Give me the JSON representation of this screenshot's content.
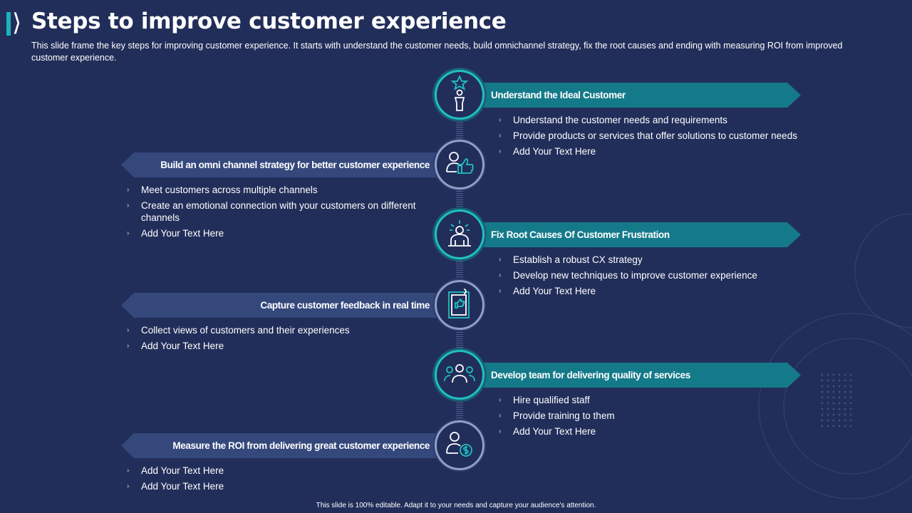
{
  "header": {
    "title": "Steps to improve customer experience",
    "subtitle": "This slide frame the key steps for improving customer experience. It starts with understand the customer needs, build omnichannel strategy, fix the root causes and ending with measuring ROI from improved customer experience."
  },
  "colors": {
    "background": "#222e5a",
    "teal": "#147a8a",
    "slate": "#34487c",
    "accent": "#1bb3b8"
  },
  "steps": [
    {
      "side": "right",
      "icon": "person-star-icon",
      "title": "Understand the Ideal Customer",
      "bullets": [
        "Understand the customer needs and requirements",
        "Provide products or services that offer solutions to customer needs",
        "Add Your Text Here"
      ]
    },
    {
      "side": "left",
      "icon": "user-thumbs-up-icon",
      "title": "Build an omni channel strategy for better customer experience",
      "bullets": [
        "Meet customers across multiple channels",
        "Create an emotional connection with your customers on different channels",
        "Add Your Text Here"
      ]
    },
    {
      "side": "right",
      "icon": "frustrated-person-icon",
      "title": "Fix Root Causes Of Customer Frustration",
      "bullets": [
        "Establish a robust CX strategy",
        "Develop new techniques to improve customer experience",
        "Add Your Text Here"
      ]
    },
    {
      "side": "left",
      "icon": "feedback-clipboard-icon",
      "title": "Capture customer feedback in real time",
      "bullets": [
        "Collect views of customers and their experiences",
        "Add Your Text Here"
      ]
    },
    {
      "side": "right",
      "icon": "team-icon",
      "title": "Develop team for delivering quality of services",
      "bullets": [
        "Hire qualified staff",
        "Provide training to them",
        "Add Your Text Here"
      ]
    },
    {
      "side": "left",
      "icon": "user-dollar-icon",
      "title": "Measure the ROI from delivering great customer experience",
      "bullets": [
        "Add Your Text Here",
        "Add Your Text Here"
      ]
    }
  ],
  "footer": "This slide is 100% editable. Adapt it to your needs and capture your audience's attention."
}
